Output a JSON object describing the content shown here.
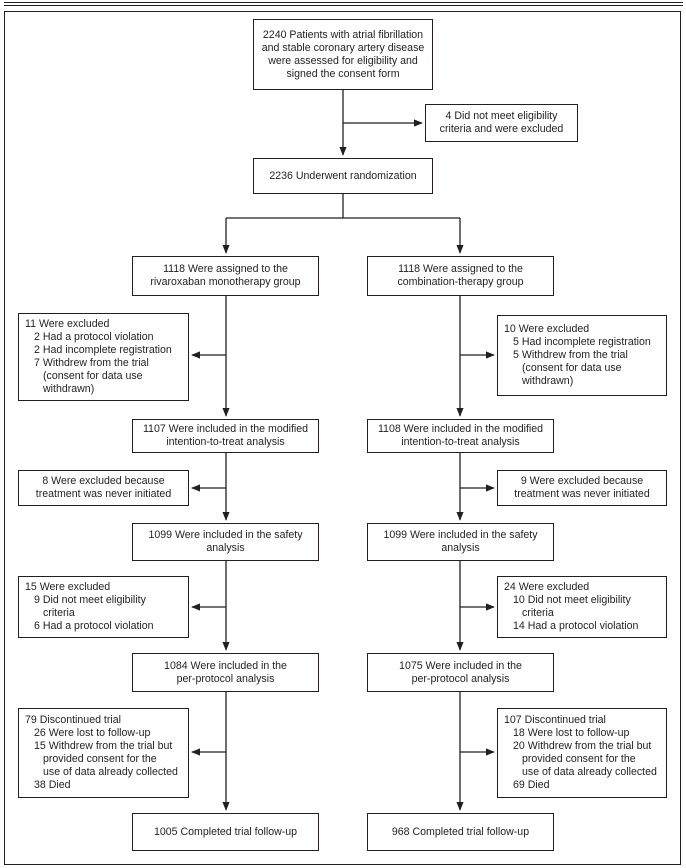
{
  "diagram": {
    "screening": [
      "2240 Patients with atrial fibrillation",
      "and stable coronary artery disease",
      "were assessed for eligibility and",
      "signed the consent form"
    ],
    "not_eligible": [
      "4 Did not meet eligibility",
      "criteria and were excluded"
    ],
    "randomized": [
      "2236 Underwent randomization"
    ],
    "left": {
      "assigned": [
        "1118 Were assigned to the",
        "rivaroxaban monotherapy group"
      ],
      "excluded1": [
        "11 Were excluded",
        "2 Had a protocol violation",
        "2 Had incomplete registration",
        "7 Withdrew from the trial",
        "(consent for data use",
        "withdrawn)"
      ],
      "mitt": [
        "1107 Were included in the modified",
        "intention-to-treat analysis"
      ],
      "excluded2": [
        "8 Were excluded because",
        "treatment was never initiated"
      ],
      "safety": [
        "1099 Were included in the safety",
        "analysis"
      ],
      "excluded3": [
        "15 Were excluded",
        "9 Did not meet eligibility",
        "criteria",
        "6 Had a protocol violation"
      ],
      "perprotocol": [
        "1084 Were included in the",
        "per-protocol analysis"
      ],
      "discontinued": [
        "79 Discontinued trial",
        "26 Were lost to follow-up",
        "15 Withdrew from the trial but",
        "provided consent for the",
        "use of data already collected",
        "38 Died"
      ],
      "completed": [
        "1005 Completed trial follow-up"
      ]
    },
    "right": {
      "assigned": [
        "1118 Were assigned to the",
        "combination-therapy group"
      ],
      "excluded1": [
        "10 Were excluded",
        "5 Had incomplete registration",
        "5 Withdrew from the trial",
        "(consent for data use",
        "withdrawn)"
      ],
      "mitt": [
        "1108 Were included in the modified",
        "intention-to-treat analysis"
      ],
      "excluded2": [
        "9 Were excluded because",
        "treatment was never initiated"
      ],
      "safety": [
        "1099 Were included in the safety",
        "analysis"
      ],
      "excluded3": [
        "24 Were excluded",
        "10 Did not meet eligibility",
        "criteria",
        "14 Had a protocol violation"
      ],
      "perprotocol": [
        "1075 Were included in the",
        "per-protocol analysis"
      ],
      "discontinued": [
        "107 Discontinued trial",
        "18 Were lost to follow-up",
        "20 Withdrew from the trial but",
        "provided consent for the",
        "use of data already collected",
        "69 Died"
      ],
      "completed": [
        "968 Completed trial follow-up"
      ]
    }
  }
}
